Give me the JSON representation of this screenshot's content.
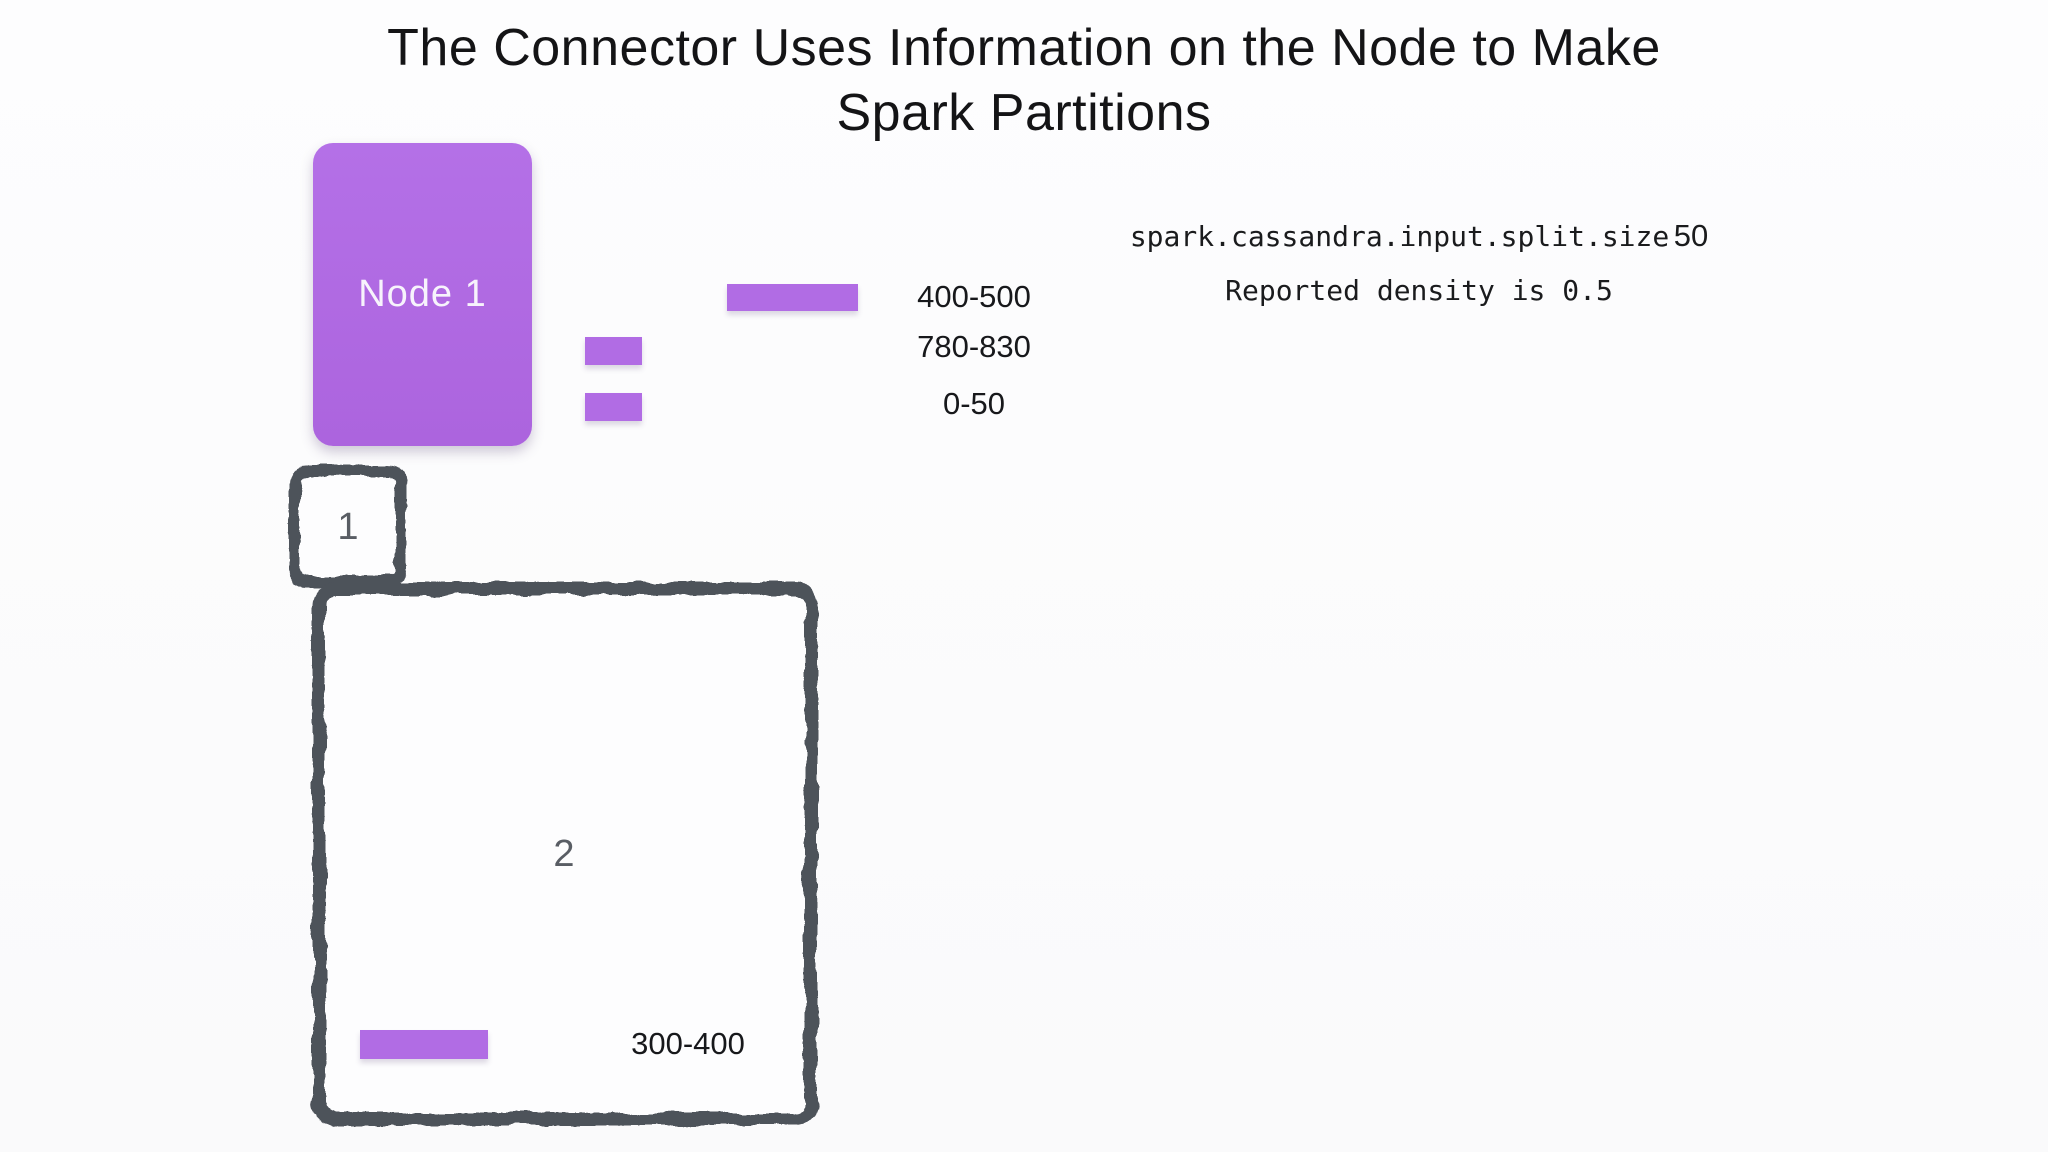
{
  "title": {
    "line1": "The Connector Uses Information on the Node to Make",
    "line2": "Spark Partitions"
  },
  "node": {
    "label": "Node 1"
  },
  "token_ranges": [
    {
      "label": "400-500"
    },
    {
      "label": "780-830"
    },
    {
      "label": "0-50"
    }
  ],
  "settings": {
    "property_name": "spark.cassandra.input.split.size",
    "property_value": "50",
    "density_note": "Reported density is 0.5"
  },
  "partitions": [
    {
      "number": "1"
    },
    {
      "number": "2",
      "token_range": "300-400"
    }
  ],
  "colors": {
    "accent_purple": "#b16ce4",
    "sketch_border": "#4d525a",
    "num_gray": "#595d64",
    "ink": "#17181b"
  }
}
